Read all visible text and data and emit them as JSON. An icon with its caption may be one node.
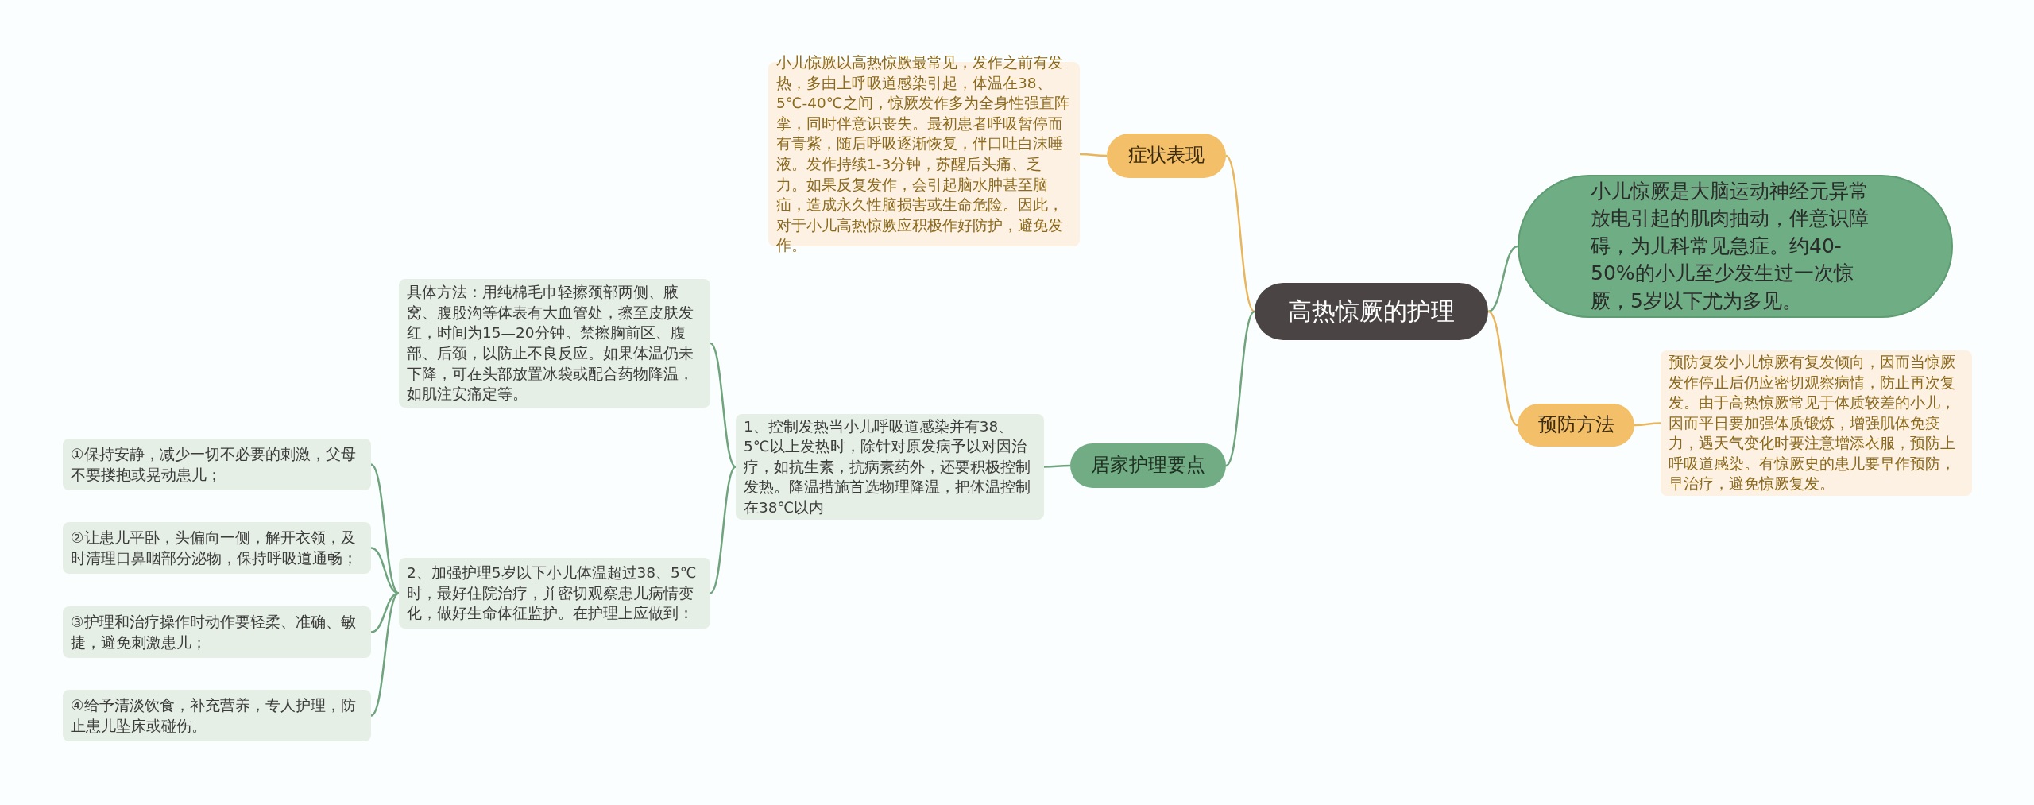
{
  "diagram": {
    "nodes": [
      {
        "text": [
          "高热惊厥的护理"
        ]
      },
      {
        "text": [
          "小儿惊厥是大脑运动神经元异常放电引起的肌肉抽动，伴意识障碍，为儿科常见急症。约40-50%的小儿至少发生过一次惊厥，5岁以下尤为多见。"
        ]
      },
      {
        "text": [
          "症状表现"
        ]
      },
      {
        "text": [
          "小儿惊厥以高热惊厥最常见，发作之前有发热，多由上呼吸道感染引起，体温在38、5℃-40℃之间，惊厥发作多为全身性强直阵挛，同时伴意识丧失。最初患者呼吸暂停而有青紫，随后呼吸逐渐恢复，伴口吐白沫唾液。发作持续1-3分钟，苏醒后头痛、乏力。如果反复发作，会引起脑水肿甚至脑疝，造成永久性脑损害或生命危险。因此，对于小儿高热惊厥应积极作好防护，避免发作。"
        ]
      },
      {
        "text": [
          "预防方法"
        ]
      },
      {
        "text": [
          "预防复发小儿惊厥有复发倾向，因而当惊厥发作停止后仍应密切观察病情，防止再次复发。由于高热惊厥常见于体质较差的小儿，因而平日要加强体质锻炼，增强肌体免疫力，遇天气变化时要注意增添衣服，预防上呼吸道感染。有惊厥史的患儿要早作预防，早治疗，避免惊厥复发。"
        ]
      },
      {
        "text": [
          "居家护理要点"
        ]
      },
      {
        "text": [
          "1、控制发热当小儿呼吸道感染并有38、5℃以上发热时，除针对原发病予以对因治疗，如抗生素，抗病素药外，还要积极控制发热。降温措施首选物理降温，把体温控制在38℃以内"
        ]
      },
      {
        "text": [
          "具体方法：用纯棉毛巾轻擦颈部两侧、腋窝、腹股沟等体表有大血管处，擦至皮肤发红，时间为15—20分钟。禁擦胸前区、腹部、后颈，以防止不良反应。如果体温仍未下降，可在头部放置冰袋或配合药物降温，如肌注安痛定等。"
        ]
      },
      {
        "text": [
          "2、加强护理5岁以下小儿体温超过38、5℃时，最好住院治疗，并密切观察患儿病情变化，做好生命体征监护。在护理上应做到："
        ]
      },
      {
        "text": [
          "①保持安静，减少一切不必要的刺激，父母不要搂抱或晃动患儿；"
        ]
      },
      {
        "text": [
          "②让患儿平卧，头偏向一侧，解开衣领，及时清理口鼻咽部分泌物，保持呼吸道通畅；"
        ]
      },
      {
        "text": [
          "③护理和治疗操作时动作要轻柔、准确、敏捷，避免刺激患儿；"
        ]
      },
      {
        "text": [
          "④给予清淡饮食，补充营养，专人护理，防止患儿坠床或碰伤。"
        ]
      }
    ],
    "edges": [
      {
        "from": 0,
        "to": 2,
        "arrow": "none",
        "color": "#e8b65c"
      },
      {
        "from": 0,
        "to": 1,
        "arrow": "none"
      },
      {
        "from": 0,
        "to": 4,
        "arrow": "none",
        "color": "#e8b65c"
      },
      {
        "from": 0,
        "to": 6,
        "arrow": "none"
      },
      {
        "from": 2,
        "to": 3,
        "arrow": "none",
        "color": "#e8b65c"
      },
      {
        "from": 4,
        "to": 5,
        "arrow": "none",
        "color": "#e8b65c"
      },
      {
        "from": 6,
        "to": 7,
        "arrow": "none"
      },
      {
        "from": 7,
        "to": 8,
        "arrow": "none"
      },
      {
        "from": 7,
        "to": 9,
        "arrow": "none"
      },
      {
        "from": 9,
        "to": 10,
        "arrow": "none"
      },
      {
        "from": 9,
        "to": 11,
        "arrow": "none"
      },
      {
        "from": 9,
        "to": 12,
        "arrow": "none"
      },
      {
        "from": 9,
        "to": 13,
        "arrow": "none"
      }
    ]
  }
}
